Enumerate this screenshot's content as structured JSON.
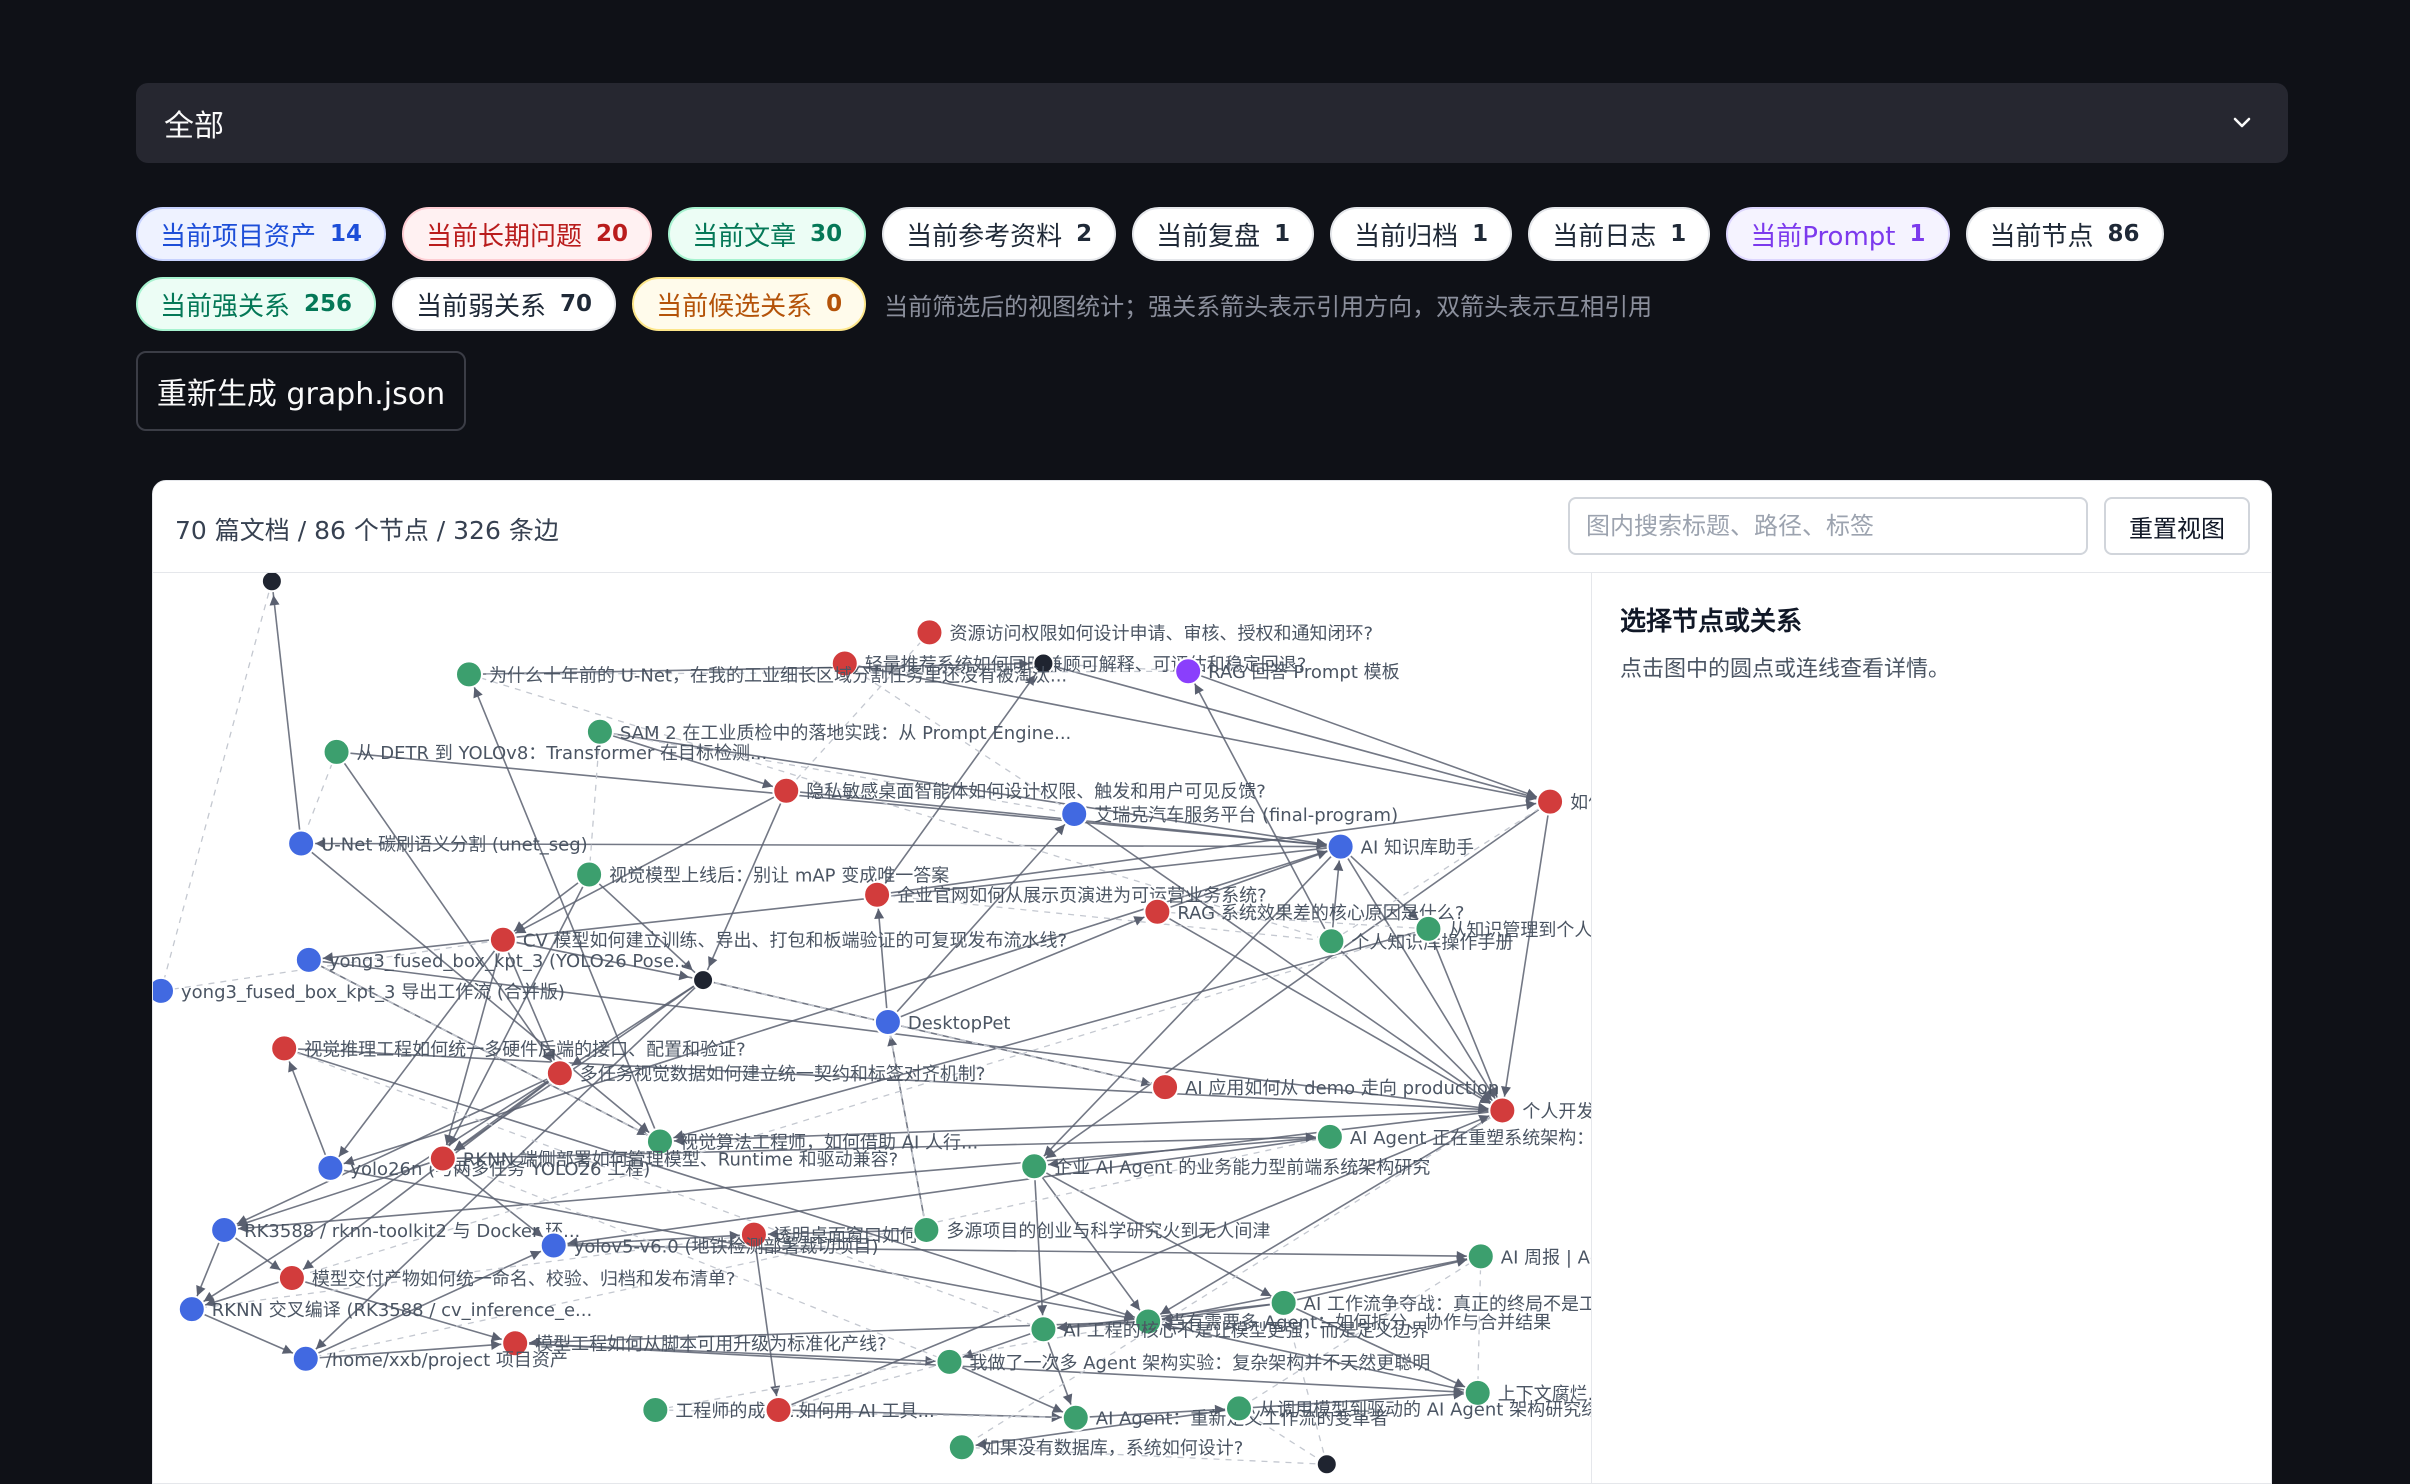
{
  "filter": {
    "selected": "全部"
  },
  "chips_row1": [
    {
      "label": "当前项目资产",
      "count": "14",
      "tone": "blue"
    },
    {
      "label": "当前长期问题",
      "count": "20",
      "tone": "red"
    },
    {
      "label": "当前文章",
      "count": "30",
      "tone": "green"
    },
    {
      "label": "当前参考资料",
      "count": "2",
      "tone": "gray"
    },
    {
      "label": "当前复盘",
      "count": "1",
      "tone": "gray"
    },
    {
      "label": "当前归档",
      "count": "1",
      "tone": "gray"
    },
    {
      "label": "当前日志",
      "count": "1",
      "tone": "gray"
    },
    {
      "label": "当前Prompt",
      "count": "1",
      "tone": "purple"
    },
    {
      "label": "当前节点",
      "count": "86",
      "tone": "gray"
    }
  ],
  "chips_row2": [
    {
      "label": "当前强关系",
      "count": "256",
      "tone": "green"
    },
    {
      "label": "当前弱关系",
      "count": "70",
      "tone": "gray"
    },
    {
      "label": "当前候选关系",
      "count": "0",
      "tone": "amber"
    }
  ],
  "stats_note": "当前筛选后的视图统计；强关系箭头表示引用方向，双箭头表示互相引用",
  "regen_button": "重新生成 graph.json",
  "panel": {
    "summary": "70 篇文档 / 86 个节点 / 326 条边",
    "search_placeholder": "图内搜索标题、路径、标签",
    "reset_button": "重置视图"
  },
  "detail": {
    "title": "选择节点或关系",
    "hint": "点击图中的圆点或连线查看详情。"
  },
  "colors": {
    "project_asset": "#4169e1",
    "long_term_issue": "#d23c3c",
    "article": "#3c9f6e",
    "prompt": "#8a3ffc",
    "other": "#1f2430",
    "reference": "#6b7280"
  },
  "graph": {
    "nodes": [
      {
        "id": "n1",
        "kind": "other",
        "label": ""
      },
      {
        "id": "n2",
        "kind": "long_term_issue",
        "label": "资源访问权限如何设计申请、审核、授权和通知闭环?"
      },
      {
        "id": "n3",
        "kind": "long_term_issue",
        "label": "轻量推荐系统如何同时兼顾可解释、可评估和稳定回退?"
      },
      {
        "id": "n4",
        "kind": "other",
        "label": ""
      },
      {
        "id": "n5",
        "kind": "prompt",
        "label": "RAG 回答 Prompt 模板"
      },
      {
        "id": "n6",
        "kind": "article",
        "label": "为什么十年前的 U-Net，在我的工业细长区域分割任务里还没有被淘汰..."
      },
      {
        "id": "n7",
        "kind": "article",
        "label": "SAM 2 在工业质检中的落地实践：从 Prompt Engine..."
      },
      {
        "id": "n8",
        "kind": "article",
        "label": "从 DETR 到 YOLOv8：Transformer 在目标检测..."
      },
      {
        "id": "n9",
        "kind": "long_term_issue",
        "label": "隐私敏感桌面智能体如何设计权限、触发和用户可见反馈?"
      },
      {
        "id": "n10",
        "kind": "project_asset",
        "label": "艾瑞克汽车服务平台 (final-program)"
      },
      {
        "id": "n11",
        "kind": "long_term_issue",
        "label": "如何..."
      },
      {
        "id": "n12",
        "kind": "project_asset",
        "label": "U-Net 碳刷语义分割 (unet_seg)"
      },
      {
        "id": "n13",
        "kind": "article",
        "label": "视觉模型上线后：别让 mAP 变成唯一答案"
      },
      {
        "id": "n14",
        "kind": "project_asset",
        "label": "AI 知识库助手"
      },
      {
        "id": "n15",
        "kind": "long_term_issue",
        "label": "企业官网如何从展示页演进为可运营业务系统?"
      },
      {
        "id": "n16",
        "kind": "long_term_issue",
        "label": "RAG 系统效果差的核心原因是什么?"
      },
      {
        "id": "n17",
        "kind": "article",
        "label": "个人知识库操作手册"
      },
      {
        "id": "n18",
        "kind": "article",
        "label": "从知识管理到个人..."
      },
      {
        "id": "n19",
        "kind": "project_asset",
        "label": "yong3_fused_box_kpt_3 (YOLO26 Pose..."
      },
      {
        "id": "n20",
        "kind": "long_term_issue",
        "label": "CV 模型如何建立训练、导出、打包和板端验证的可复现发布流水线?"
      },
      {
        "id": "n21",
        "kind": "other",
        "label": ""
      },
      {
        "id": "n22",
        "kind": "project_asset",
        "label": "yong3_fused_box_kpt_3 导出工作流 (合并版)"
      },
      {
        "id": "n23",
        "kind": "project_asset",
        "label": "DesktopPet"
      },
      {
        "id": "n24",
        "kind": "long_term_issue",
        "label": "视觉推理工程如何统一多硬件后端的接口、配置和验证?"
      },
      {
        "id": "n25",
        "kind": "long_term_issue",
        "label": "多任务视觉数据如何建立统一契约和标签对齐机制?"
      },
      {
        "id": "n26",
        "kind": "long_term_issue",
        "label": "AI 应用如何从 demo 走向 production"
      },
      {
        "id": "n27",
        "kind": "long_term_issue",
        "label": "个人开发..."
      },
      {
        "id": "n28",
        "kind": "article",
        "label": "视觉算法工程师，如何借助 AI 人行..."
      },
      {
        "id": "n29",
        "kind": "project_asset",
        "label": "yolo26n (与两多任务 YOLO26 工程)"
      },
      {
        "id": "n30",
        "kind": "long_term_issue",
        "label": "RKNN 端侧部署如何管理模型、Runtime 和驱动兼容?"
      },
      {
        "id": "n31",
        "kind": "article",
        "label": "AI Agent 正在重塑系统架构：第一步不是买 GPU"
      },
      {
        "id": "n32",
        "kind": "article",
        "label": "企业 AI Agent 的业务能力型前端系统架构研究"
      },
      {
        "id": "n33",
        "kind": "project_asset",
        "label": "RK3588 / rknn-toolkit2 与 Docker 环..."
      },
      {
        "id": "n34",
        "kind": "long_term_issue",
        "label": "透明桌面窗口如何..."
      },
      {
        "id": "n35",
        "kind": "article",
        "label": "多源项目的创业与科学研究火到无人间津"
      },
      {
        "id": "n36",
        "kind": "project_asset",
        "label": "yolov5-v6.0 (地铁检测部署裁切项目)"
      },
      {
        "id": "n37",
        "kind": "article",
        "label": "AI 周报 | Ag..."
      },
      {
        "id": "n38",
        "kind": "long_term_issue",
        "label": "模型交付产物如何统一命名、校验、归档和发布清单?"
      },
      {
        "id": "n39",
        "kind": "project_asset",
        "label": "RKNN 交叉编译 (RK3588 / cv_inference_e..."
      },
      {
        "id": "n40",
        "kind": "article",
        "label": "AI 工作流争夺战：真正的终局不是工..."
      },
      {
        "id": "n41",
        "kind": "article",
        "label": "当有需要多 Agent：如何拆分、协作与合并结果"
      },
      {
        "id": "n42",
        "kind": "article",
        "label": "AI 工程的核心不是让模型更强，而是定义边界"
      },
      {
        "id": "n43",
        "kind": "long_term_issue",
        "label": "模型工程如何从脚本可用升级为标准化产线?"
      },
      {
        "id": "n44",
        "kind": "project_asset",
        "label": "/home/xxb/project 项目资产"
      },
      {
        "id": "n45",
        "kind": "article",
        "label": "我做了一次多 Agent 架构实验：复杂架构并不天然更聪明"
      },
      {
        "id": "n46",
        "kind": "article",
        "label": "上下文腐烂..."
      },
      {
        "id": "n47",
        "kind": "article",
        "label": "工程师的成长..."
      },
      {
        "id": "n48",
        "kind": "long_term_issue",
        "label": "如何用 AI 工具..."
      },
      {
        "id": "n49",
        "kind": "article",
        "label": "AI Agent：重新定义工作流的变革者"
      },
      {
        "id": "n50",
        "kind": "article",
        "label": "从调用模型到驱动的 AI Agent 架构研究综述"
      },
      {
        "id": "n51",
        "kind": "article",
        "label": "如果没有数据库，系统如何设计?"
      },
      {
        "id": "n52",
        "kind": "other",
        "label": ""
      }
    ]
  }
}
